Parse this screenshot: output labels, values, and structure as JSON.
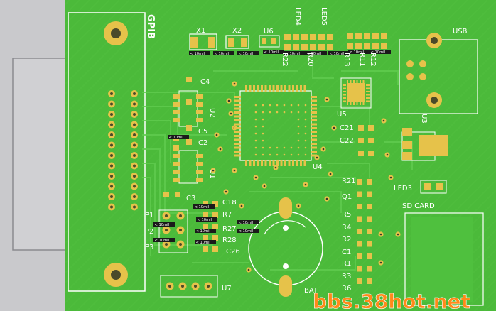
{
  "labels": {
    "gpib": "GPIB",
    "x1": "X1",
    "x2": "X2",
    "u6": "U6",
    "led4": "LED4",
    "led5": "LED5",
    "usb": "USB",
    "r22": "R22",
    "r20": "R20",
    "r13": "R13",
    "r11": "R11",
    "r12": "R12",
    "c4": "C4",
    "u2": "U2",
    "c5": "C5",
    "c2": "C2",
    "u1": "U1",
    "u5": "U5",
    "c21": "C21",
    "c22": "C22",
    "u3": "U3",
    "u4": "U4",
    "r21": "R21",
    "q1": "Q1",
    "led3": "LED3",
    "sd_card": "SD CARD",
    "c3": "C3",
    "c18": "C18",
    "r7": "R7",
    "r27": "R27",
    "r28": "R28",
    "c26": "C26",
    "p1": "P1",
    "p2": "P2",
    "p3": "P3",
    "r5": "R5",
    "r4": "R4",
    "r2": "R2",
    "c1": "C1",
    "r1": "R1",
    "r3": "R3",
    "r6": "R6",
    "u7": "U7",
    "bat": "BAT",
    "dim": "< 10mil"
  },
  "watermark": "bbs.38hot.net",
  "colors": {
    "board": "#4bbb3a",
    "board_light": "#5ec24a",
    "pad": "#e6c24a",
    "silk": "#ffffff",
    "background": "#c9c9cc",
    "watermark": "#ff8a1a"
  }
}
